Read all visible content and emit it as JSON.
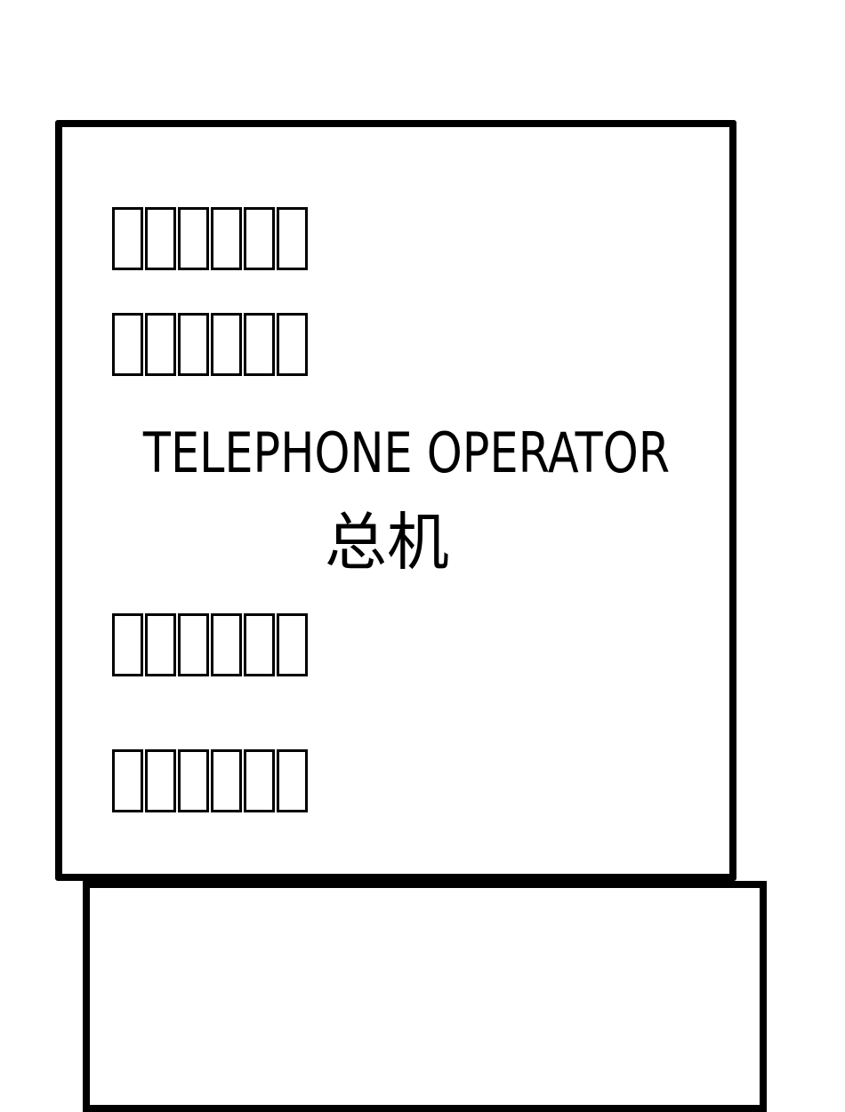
{
  "sign": {
    "title_en": "TELEPHONE OPERATOR",
    "title_zh": "总机",
    "missing_glyph_rows": [
      {
        "glyph_count": 6
      },
      {
        "glyph_count": 6
      },
      {
        "glyph_count": 6
      },
      {
        "glyph_count": 6
      }
    ]
  }
}
